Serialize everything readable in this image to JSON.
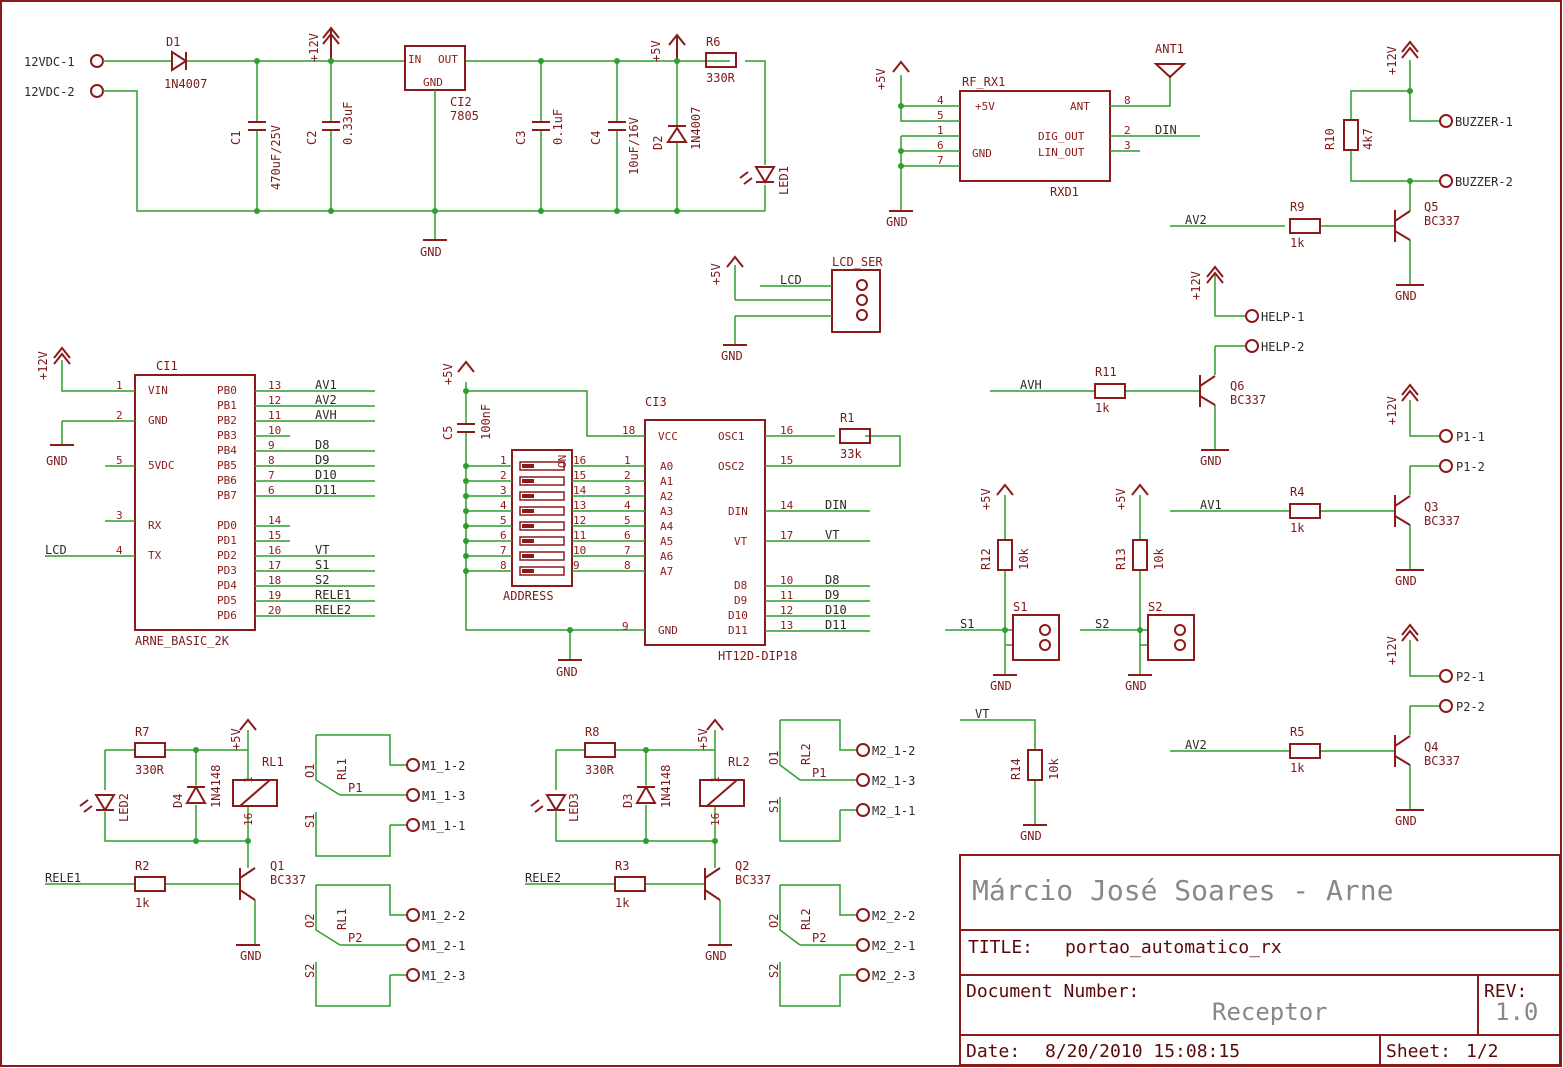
{
  "connectors": {
    "vdc1": "12VDC-1",
    "vdc2": "12VDC-2",
    "buzzer1": "BUZZER-1",
    "buzzer2": "BUZZER-2",
    "help1": "HELP-1",
    "help2": "HELP-2",
    "p11": "P1-1",
    "p12": "P1-2",
    "p21": "P2-1",
    "p22": "P2-2",
    "m112": "M1_1-2",
    "m113": "M1_1-3",
    "m111": "M1_1-1",
    "m122": "M1_2-2",
    "m121": "M1_2-1",
    "m123": "M1_2-3",
    "m212": "M2_1-2",
    "m213": "M2_1-3",
    "m211": "M2_1-1",
    "m222": "M2_2-2",
    "m221": "M2_2-1",
    "m223": "M2_2-3"
  },
  "power": {
    "v12": "+12V",
    "v5": "+5V",
    "gnd": "GND"
  },
  "components": {
    "d1": "D1",
    "d1_val": "1N4007",
    "c1": "C1",
    "c1_val": "470uF/25V",
    "c2": "C2",
    "c2_val": "0.33uF",
    "ci2": "CI2",
    "ci2_val": "7805",
    "ci2_in": "IN",
    "ci2_out": "OUT",
    "ci2_gnd": "GND",
    "c3": "C3",
    "c3_val": "0.1uF",
    "c4": "C4",
    "c4_val": "10uF/16V",
    "d2": "D2",
    "d2_val": "1N4007",
    "r6": "R6",
    "r6_val": "330R",
    "led1": "LED1",
    "rfrx1": "RF_RX1",
    "rxd1": "RXD1",
    "ant1": "ANT1",
    "lcdser": "LCD_SER",
    "r10": "R10",
    "r10_val": "4k7",
    "r9": "R9",
    "r9_val": "1k",
    "q5": "Q5",
    "q5_val": "BC337",
    "r11": "R11",
    "r11_val": "1k",
    "q6": "Q6",
    "q6_val": "BC337",
    "r4": "R4",
    "r4_val": "1k",
    "q3": "Q3",
    "q3_val": "BC337",
    "r5": "R5",
    "r5_val": "1k",
    "q4": "Q4",
    "q4_val": "BC337",
    "ci1": "CI1",
    "ci1_val": "ARNE_BASIC_2K",
    "ci3": "CI3",
    "ci3_val": "HT12D-DIP18",
    "c5": "C5",
    "c5_val": "100nF",
    "address": "ADDRESS",
    "on": "ON",
    "r1": "R1",
    "r1_val": "33k",
    "r12": "R12",
    "r12_val": "10k",
    "s1": "S1",
    "r13": "R13",
    "r13_val": "10k",
    "s2": "S2",
    "r14": "R14",
    "r14_val": "10k",
    "r7": "R7",
    "r7_val": "330R",
    "d4": "D4",
    "d4_val": "1N4148",
    "led2": "LED2",
    "rl1": "RL1",
    "r2": "R2",
    "r2_val": "1k",
    "q1": "Q1",
    "q1_val": "BC337",
    "r8": "R8",
    "r8_val": "330R",
    "d3": "D3",
    "d3_val": "1N4148",
    "led3": "LED3",
    "rl2": "RL2",
    "r3": "R3",
    "r3_val": "1k",
    "q2": "Q2",
    "q2_val": "BC337",
    "p1": "P1",
    "p2": "P2",
    "o1": "O1",
    "o2": "O2",
    "s1c": "S1",
    "s2c": "S2"
  },
  "nets": {
    "av1": "AV1",
    "av2": "AV2",
    "avh": "AVH",
    "din": "DIN",
    "vt": "VT",
    "d8": "D8",
    "d9": "D9",
    "d10": "D10",
    "d11": "D11",
    "s1": "S1",
    "s2": "S2",
    "rele1": "RELE1",
    "rele2": "RELE2",
    "lcd": "LCD"
  },
  "ci1_pins": {
    "vin": "VIN",
    "gnd": "GND",
    "vdc5": "5VDC",
    "rx": "RX",
    "tx": "TX",
    "pb0": "PB0",
    "pb1": "PB1",
    "pb2": "PB2",
    "pb3": "PB3",
    "pb4": "PB4",
    "pb5": "PB5",
    "pb6": "PB6",
    "pb7": "PB7",
    "pd0": "PD0",
    "pd1": "PD1",
    "pd2": "PD2",
    "pd3": "PD3",
    "pd4": "PD4",
    "pd5": "PD5",
    "pd6": "PD6"
  },
  "ci3_pins": {
    "vcc": "VCC",
    "osc1": "OSC1",
    "osc2": "OSC2",
    "a0": "A0",
    "a1": "A1",
    "a2": "A2",
    "a3": "A3",
    "a4": "A4",
    "a5": "A5",
    "a6": "A6",
    "a7": "A7",
    "din": "DIN",
    "vt": "VT",
    "d8": "D8",
    "d9": "D9",
    "d10": "D10",
    "d11": "D11",
    "gnd": "GND"
  },
  "rf_pins": {
    "v5": "+5V",
    "gnd": "GND",
    "ant": "ANT",
    "dig": "DIG_OUT",
    "lin": "LIN_OUT"
  },
  "title_block": {
    "author": "Márcio José Soares - Arne",
    "title_label": "TITLE:",
    "title": "portao_automatico_rx",
    "docnum_label": "Document Number:",
    "docnum": "Receptor",
    "rev_label": "REV:",
    "rev": "1.0",
    "date_label": "Date:",
    "date": "8/20/2010 15:08:15",
    "sheet_label": "Sheet:",
    "sheet": "1/2"
  }
}
